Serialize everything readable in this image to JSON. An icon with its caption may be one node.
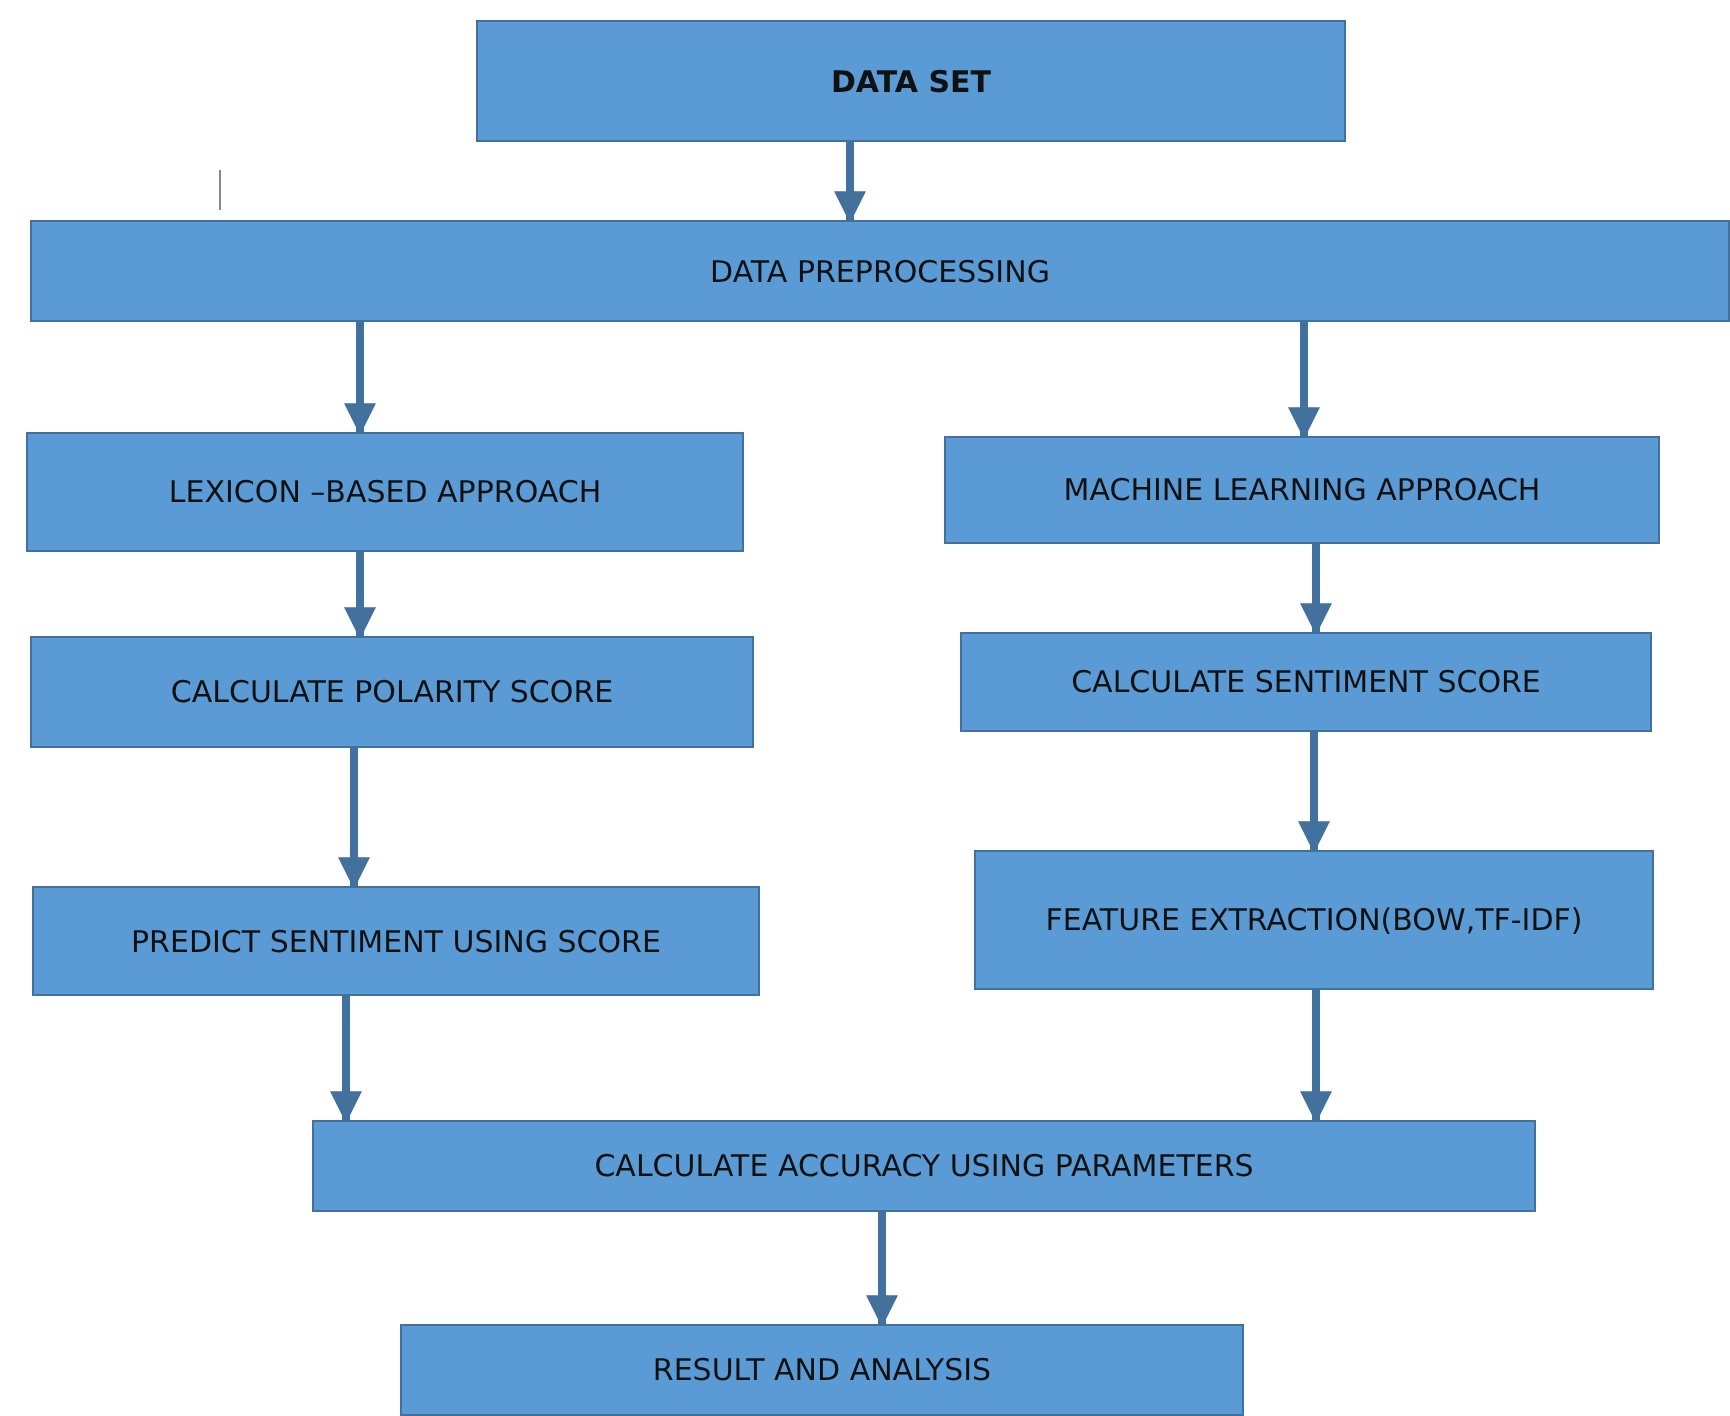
{
  "diagram": {
    "nodes": [
      {
        "text": [
          "DATA SET"
        ]
      },
      {
        "text": [
          "DATA PREPROCESSING"
        ]
      },
      {
        "text": [
          "LEXICON –BASED APPROACH"
        ]
      },
      {
        "text": [
          "MACHINE LEARNING APPROACH"
        ]
      },
      {
        "text": [
          "CALCULATE POLARITY SCORE"
        ]
      },
      {
        "text": [
          "CALCULATE SENTIMENT SCORE"
        ]
      },
      {
        "text": [
          "PREDICT SENTIMENT USING SCORE"
        ]
      },
      {
        "text": [
          "FEATURE EXTRACTION(BOW,TF-IDF)"
        ]
      },
      {
        "text": [
          "CALCULATE ACCURACY USING PARAMETERS"
        ]
      },
      {
        "text": [
          "RESULT AND ANALYSIS"
        ]
      }
    ],
    "edges": [
      {
        "from": 0,
        "to": 1,
        "arrow": "to"
      },
      {
        "from": 1,
        "to": 2,
        "arrow": "to"
      },
      {
        "from": 1,
        "to": 3,
        "arrow": "to"
      },
      {
        "from": 2,
        "to": 4,
        "arrow": "to"
      },
      {
        "from": 3,
        "to": 5,
        "arrow": "to"
      },
      {
        "from": 4,
        "to": 6,
        "arrow": "to"
      },
      {
        "from": 5,
        "to": 7,
        "arrow": "to"
      },
      {
        "from": 6,
        "to": 8,
        "arrow": "to"
      },
      {
        "from": 7,
        "to": 8,
        "arrow": "to"
      },
      {
        "from": 8,
        "to": 9,
        "arrow": "to"
      }
    ]
  }
}
